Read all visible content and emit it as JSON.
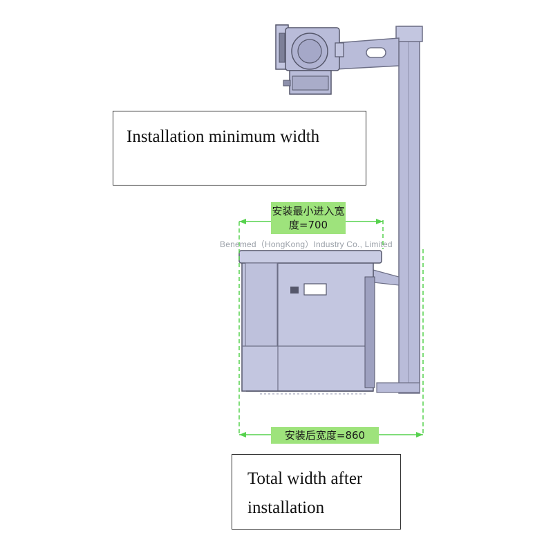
{
  "callouts": {
    "top": "Installation minimum width",
    "bottom": "Total width after installation"
  },
  "dimensions": {
    "min_width_label": "安装最小进入宽度=700",
    "total_width_label": "安装后宽度=860"
  },
  "watermark": "Benemed（HongKong）Industry Co., Limited",
  "colors": {
    "machine_fill": "#b9bcd9",
    "machine_edge": "#6d6f86",
    "dimension_line": "#57d24e",
    "label_bg": "#9ee37c"
  }
}
